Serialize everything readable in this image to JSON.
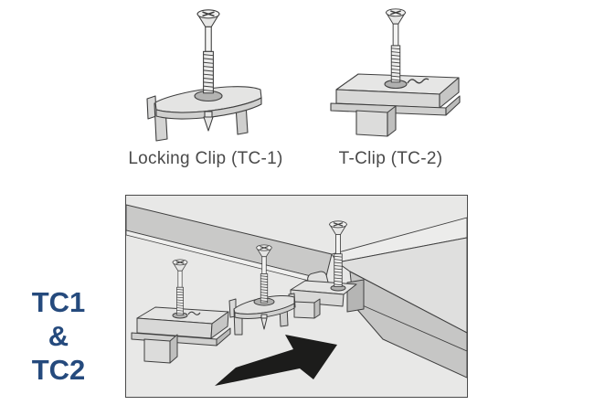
{
  "products": [
    {
      "name": "locking-clip",
      "label": "Locking Clip (TC-1)"
    },
    {
      "name": "t-clip",
      "label": "T-Clip (TC-2)"
    }
  ],
  "side_label": {
    "line1": "TC1",
    "line2": "&",
    "line3": "TC2"
  },
  "colors": {
    "side_label_blue": "#254a7d",
    "label_gray": "#4a4a4a",
    "outline": "#3f3f3f",
    "diagram_background": "#e8e8e7",
    "board_gray": "#c9c9c8",
    "clip_fill": "#e2e2e1",
    "arrow_black": "#1c1c1b"
  }
}
